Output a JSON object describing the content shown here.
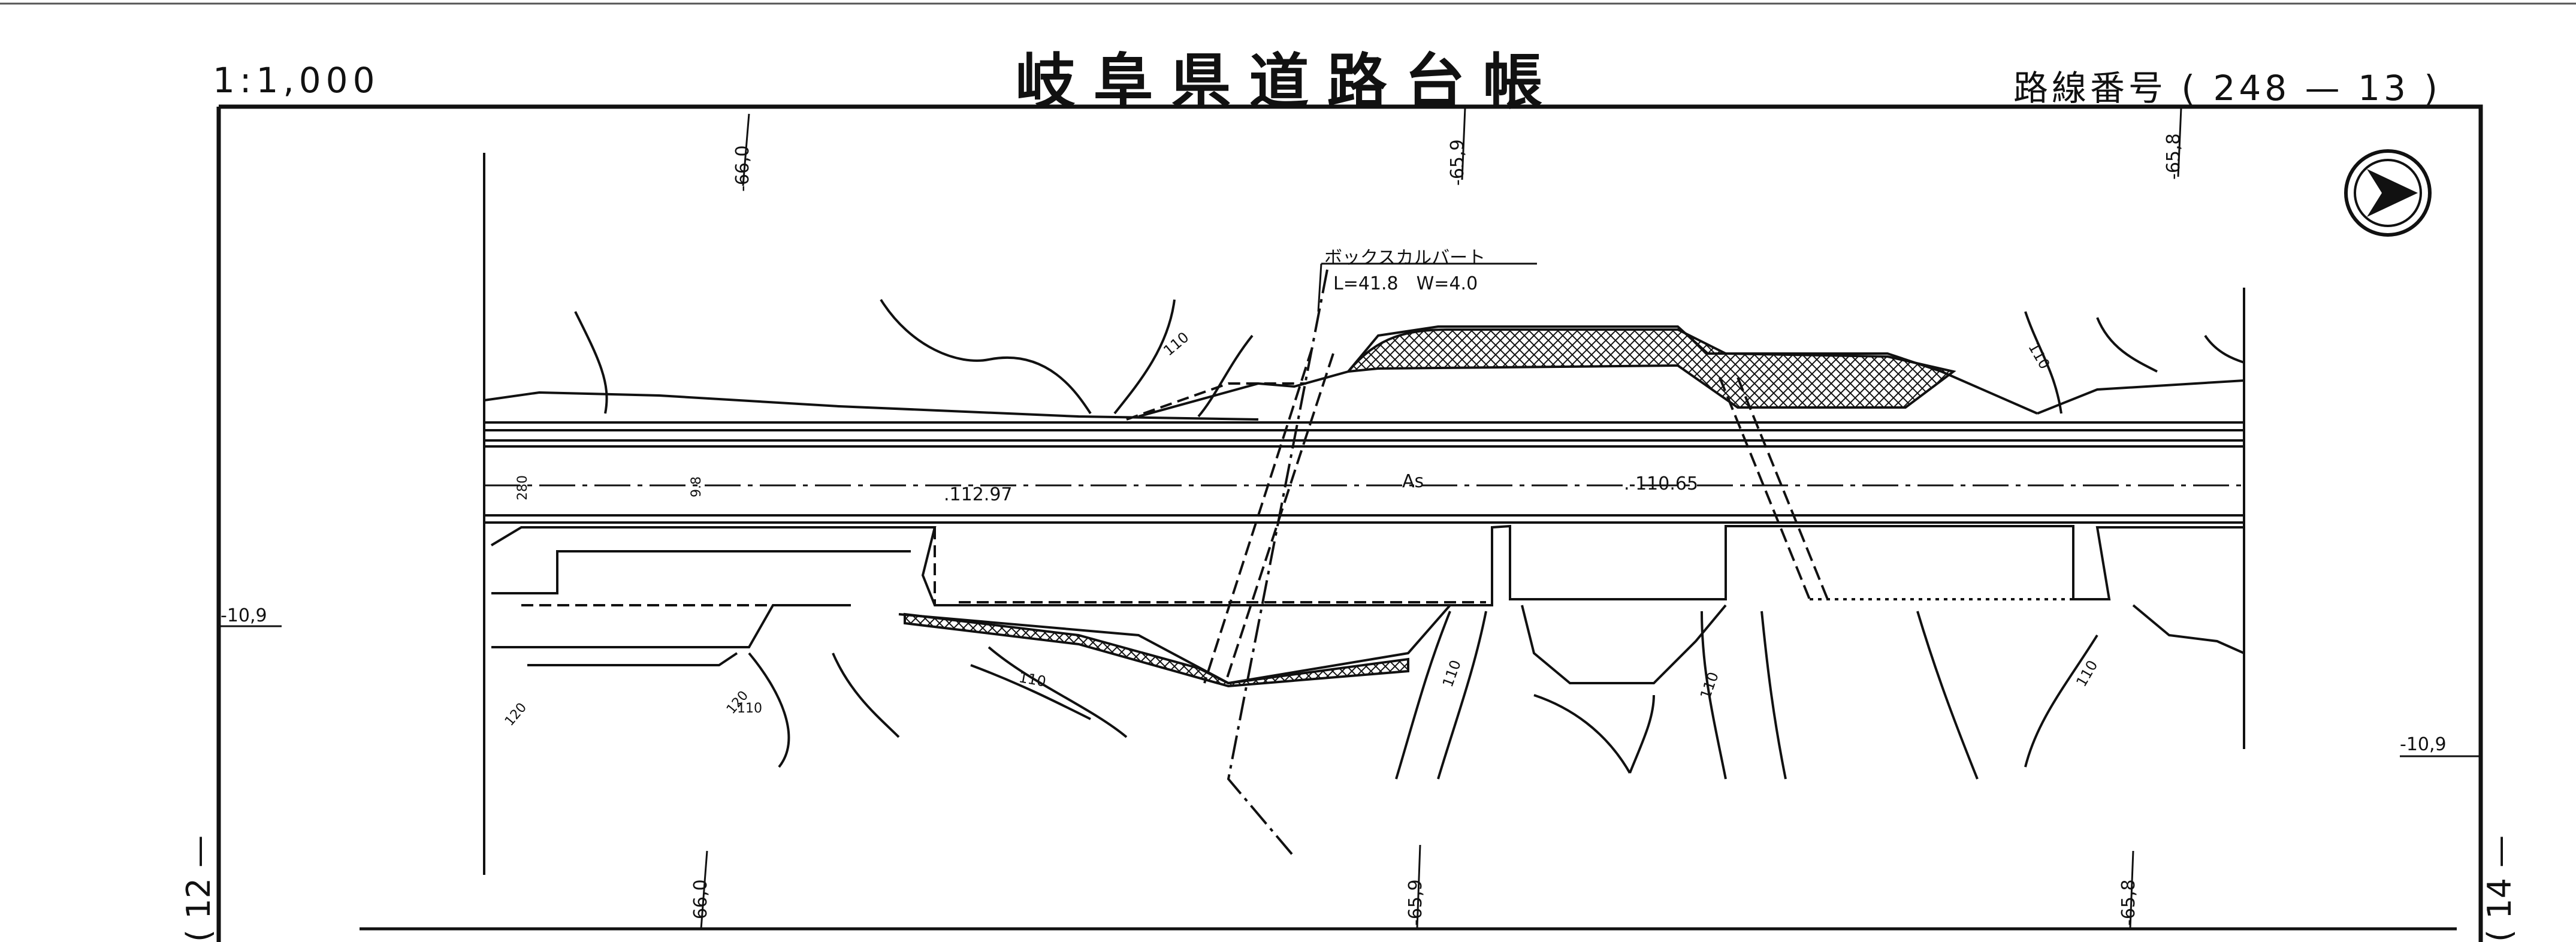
{
  "header": {
    "title": "岐阜県道路台帳",
    "scale": "1:1,000",
    "route_number": "路線番号 ( 248 — 13 )"
  },
  "adjacent_sheets": {
    "left": "( 12 —",
    "right": "( 14 —"
  },
  "stations_top": [
    "-66,0",
    "-65,9",
    "-65,8"
  ],
  "stations_bottom": [
    "-66,0",
    "-65,9",
    "-65,8"
  ],
  "offsets": {
    "left": "-10,9",
    "right": "-10,9"
  },
  "culvert": {
    "name": "ボックスカルバート",
    "dims": "L=41.8　W=4.0"
  },
  "elevations": {
    "left": ".112.97",
    "right": ". 110.65",
    "surface": "As"
  },
  "contour_labels": [
    "110",
    "110",
    "110",
    "110",
    "110",
    "110",
    "120",
    "120",
    "110"
  ],
  "road_widths": [
    "280",
    "9.8"
  ]
}
